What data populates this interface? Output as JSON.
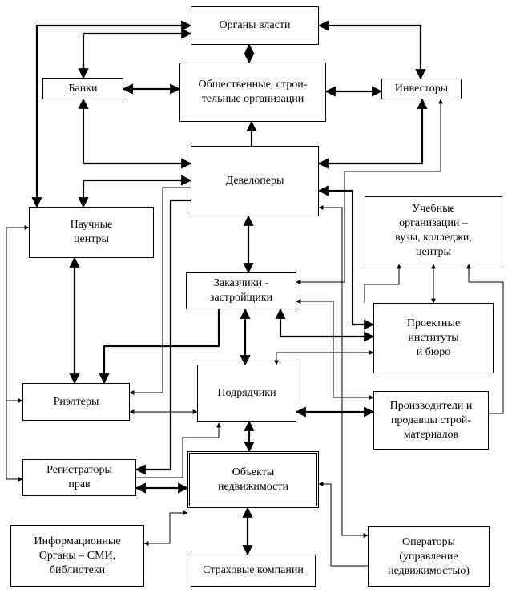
{
  "diagram": {
    "nodes": {
      "authorities": "Органы власти",
      "public_orgs": "Общественные, строи-\nтельные организации",
      "banks": "Банки",
      "investors": "Инвесторы",
      "developers": "Девелоперы",
      "research_centers": "Научные\nцентры",
      "educational_orgs": "Учебные\nорганизации –\nвузы, колледжи,\nцентры",
      "customers": "Заказчики -\nзастройщики",
      "design_institutes": "Проектные\nинституты\nи бюро",
      "realtors": "Риэлтеры",
      "contractors": "Подрядчики",
      "manufacturers": "Производители и\nпродавцы строй-\nматериалов",
      "registrars": "Регистраторы\nправ",
      "real_estate": "Объекты\nнедвижимости",
      "info_bodies": "Информационные\nОрганы – СМИ,\nбиблиотеки",
      "insurance": "Страховые компании",
      "operators": "Операторы\n(управление\nнедвижимостью)"
    }
  }
}
